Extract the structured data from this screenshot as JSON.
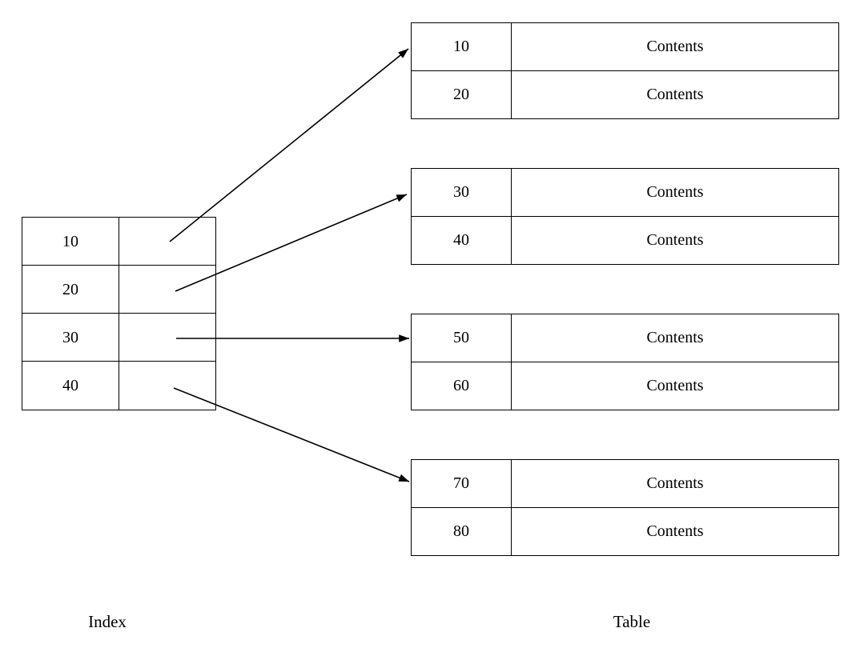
{
  "diagram": {
    "index_label": "Index",
    "table_label": "Table",
    "index_entries": [
      {
        "key": "10"
      },
      {
        "key": "20"
      },
      {
        "key": "30"
      },
      {
        "key": "40"
      }
    ],
    "blocks": [
      {
        "rows": [
          {
            "key": "10",
            "contents": "Contents"
          },
          {
            "key": "20",
            "contents": "Contents"
          }
        ]
      },
      {
        "rows": [
          {
            "key": "30",
            "contents": "Contents"
          },
          {
            "key": "40",
            "contents": "Contents"
          }
        ]
      },
      {
        "rows": [
          {
            "key": "50",
            "contents": "Contents"
          },
          {
            "key": "60",
            "contents": "Contents"
          }
        ]
      },
      {
        "rows": [
          {
            "key": "70",
            "contents": "Contents"
          },
          {
            "key": "80",
            "contents": "Contents"
          }
        ]
      }
    ],
    "links": [
      {
        "from_key": "10",
        "to_block_first_key": "10"
      },
      {
        "from_key": "20",
        "to_block_first_key": "30"
      },
      {
        "from_key": "30",
        "to_block_first_key": "50"
      },
      {
        "from_key": "40",
        "to_block_first_key": "70"
      }
    ],
    "colors": {
      "line": "#000000",
      "background": "#ffffff",
      "text": "#000000"
    }
  }
}
